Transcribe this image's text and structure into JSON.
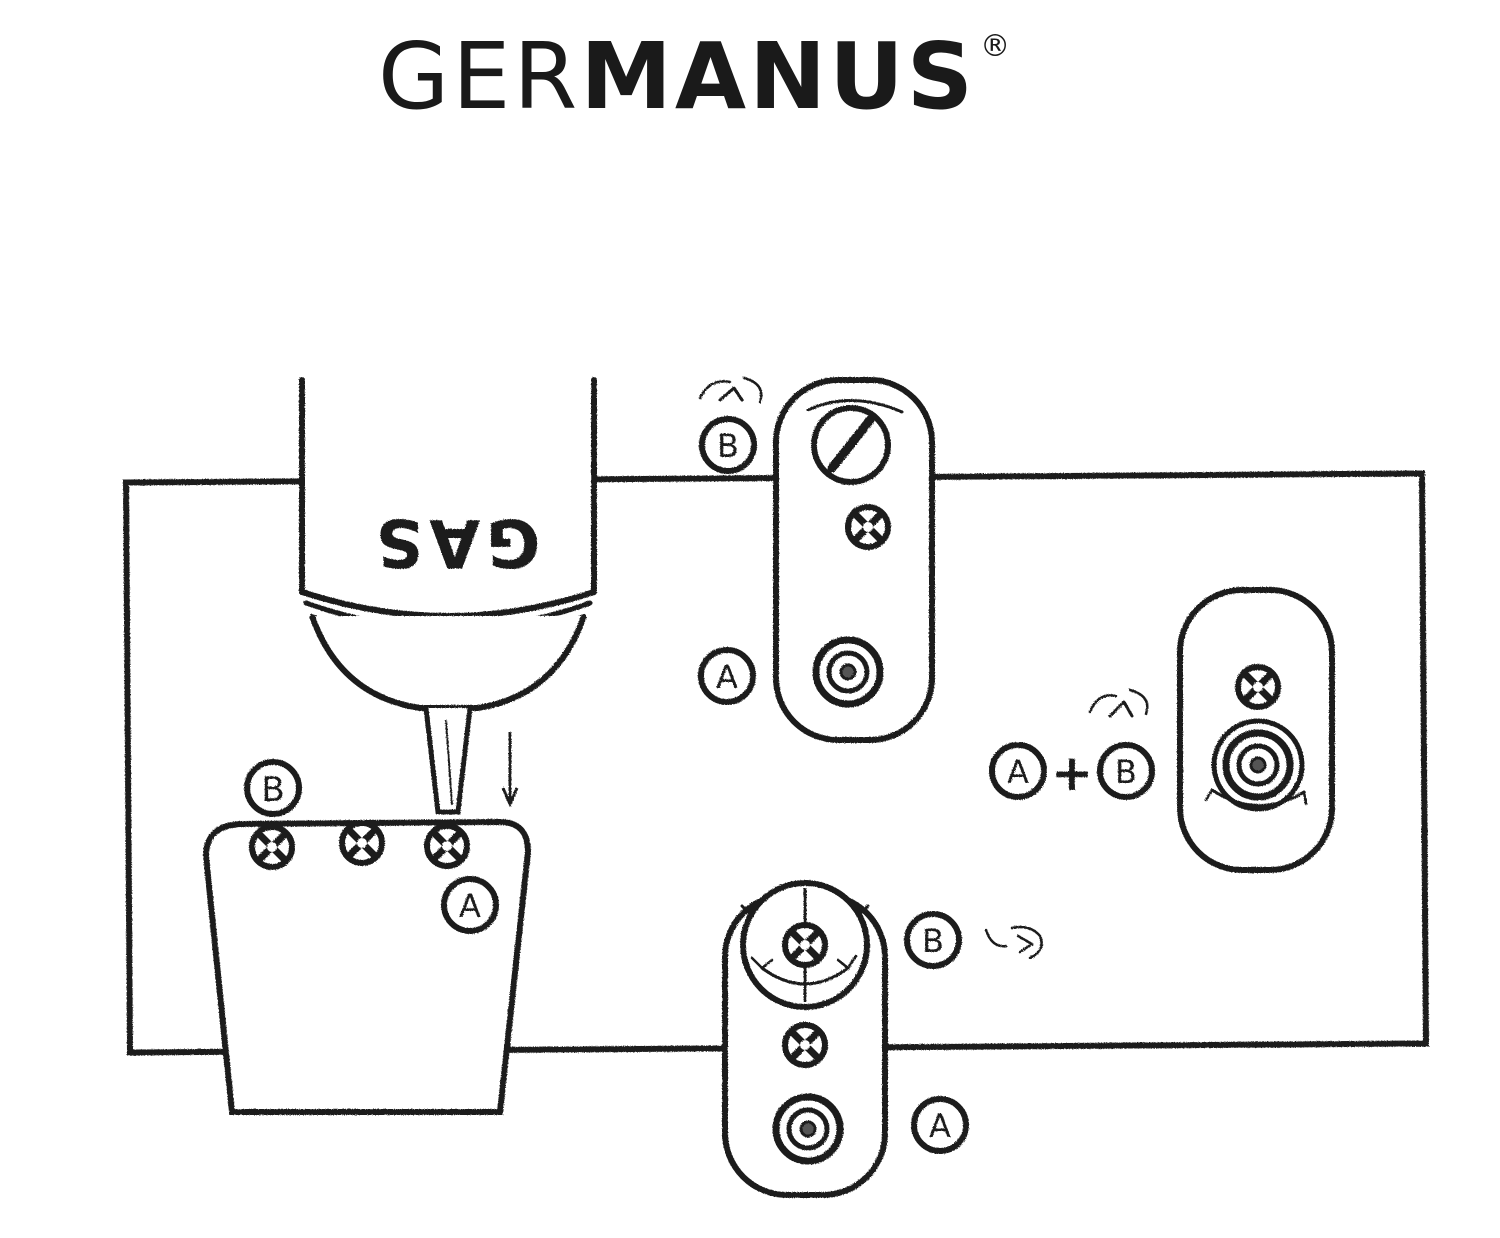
{
  "header": {
    "brand_light": "GER",
    "brand_bold": "MANUS",
    "brand_mark": "®"
  },
  "diagram": {
    "canister_label": "GAS",
    "labels": {
      "a": "A",
      "b": "B",
      "plus": "+"
    }
  },
  "colors": {
    "ink": "#1c1c1c",
    "paper": "#ffffff",
    "shade": "#d8d8d8"
  }
}
